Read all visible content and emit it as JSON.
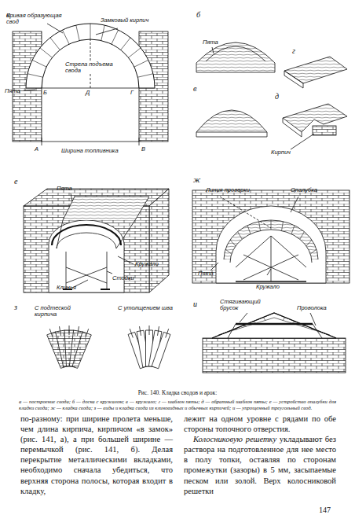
{
  "diagram": {
    "caption": "Рис. 140. Кладка сводов и арок:",
    "labels": [
      "а",
      "Кривая образующая свод",
      "Замковый кирпич",
      "Стрела подъема свода",
      "Пята",
      "Б",
      "Д",
      "Г",
      "А",
      "В",
      "Ширина топливника",
      "б",
      "Пята",
      "г",
      "в",
      "д",
      "Кирпич",
      "е",
      "Пята",
      "Кружало",
      "Стойки",
      "Клинья",
      "ж",
      "Линия проверки",
      "Опалубка",
      "Пята",
      "Кружало",
      "з",
      "С подтеской кирпича",
      "С утолщением шва",
      "и",
      "Стягивающий брусок",
      "Проволока",
      "а — построение свода; б — доска с кружалом; в — кружало; г — шаблон пяты; д — обратный шаблон пяты; е — устройство опалубки для кладки свода; ж — кладка свода; з — виды и кладка свода из клиновидных и обычных кирпичей; и — упрощенный треугольный свод.",
      "по-разному: при ширине пролета меньше, чем длина кирпича, кирпичом «в замок» (рис. 141, а), а при большей ширине — перемычкой (рис. 141, б). Делая перекрытие металлическими вкладками, необходимо сначала убедиться, что верхняя сторона полосы, которая входит в кладку,",
      "лежит на одном уровне с рядами по обе стороны топочного отверстия.",
      "Колосниковую решетку",
      "укладывают без раствора на подготовленное для нее место в полу топки, оставляя по сторонам промежутки (зазоры) в 5 мм, засыпаемые песком или золой. Верх колосниковой решетки",
      "147"
    ]
  }
}
